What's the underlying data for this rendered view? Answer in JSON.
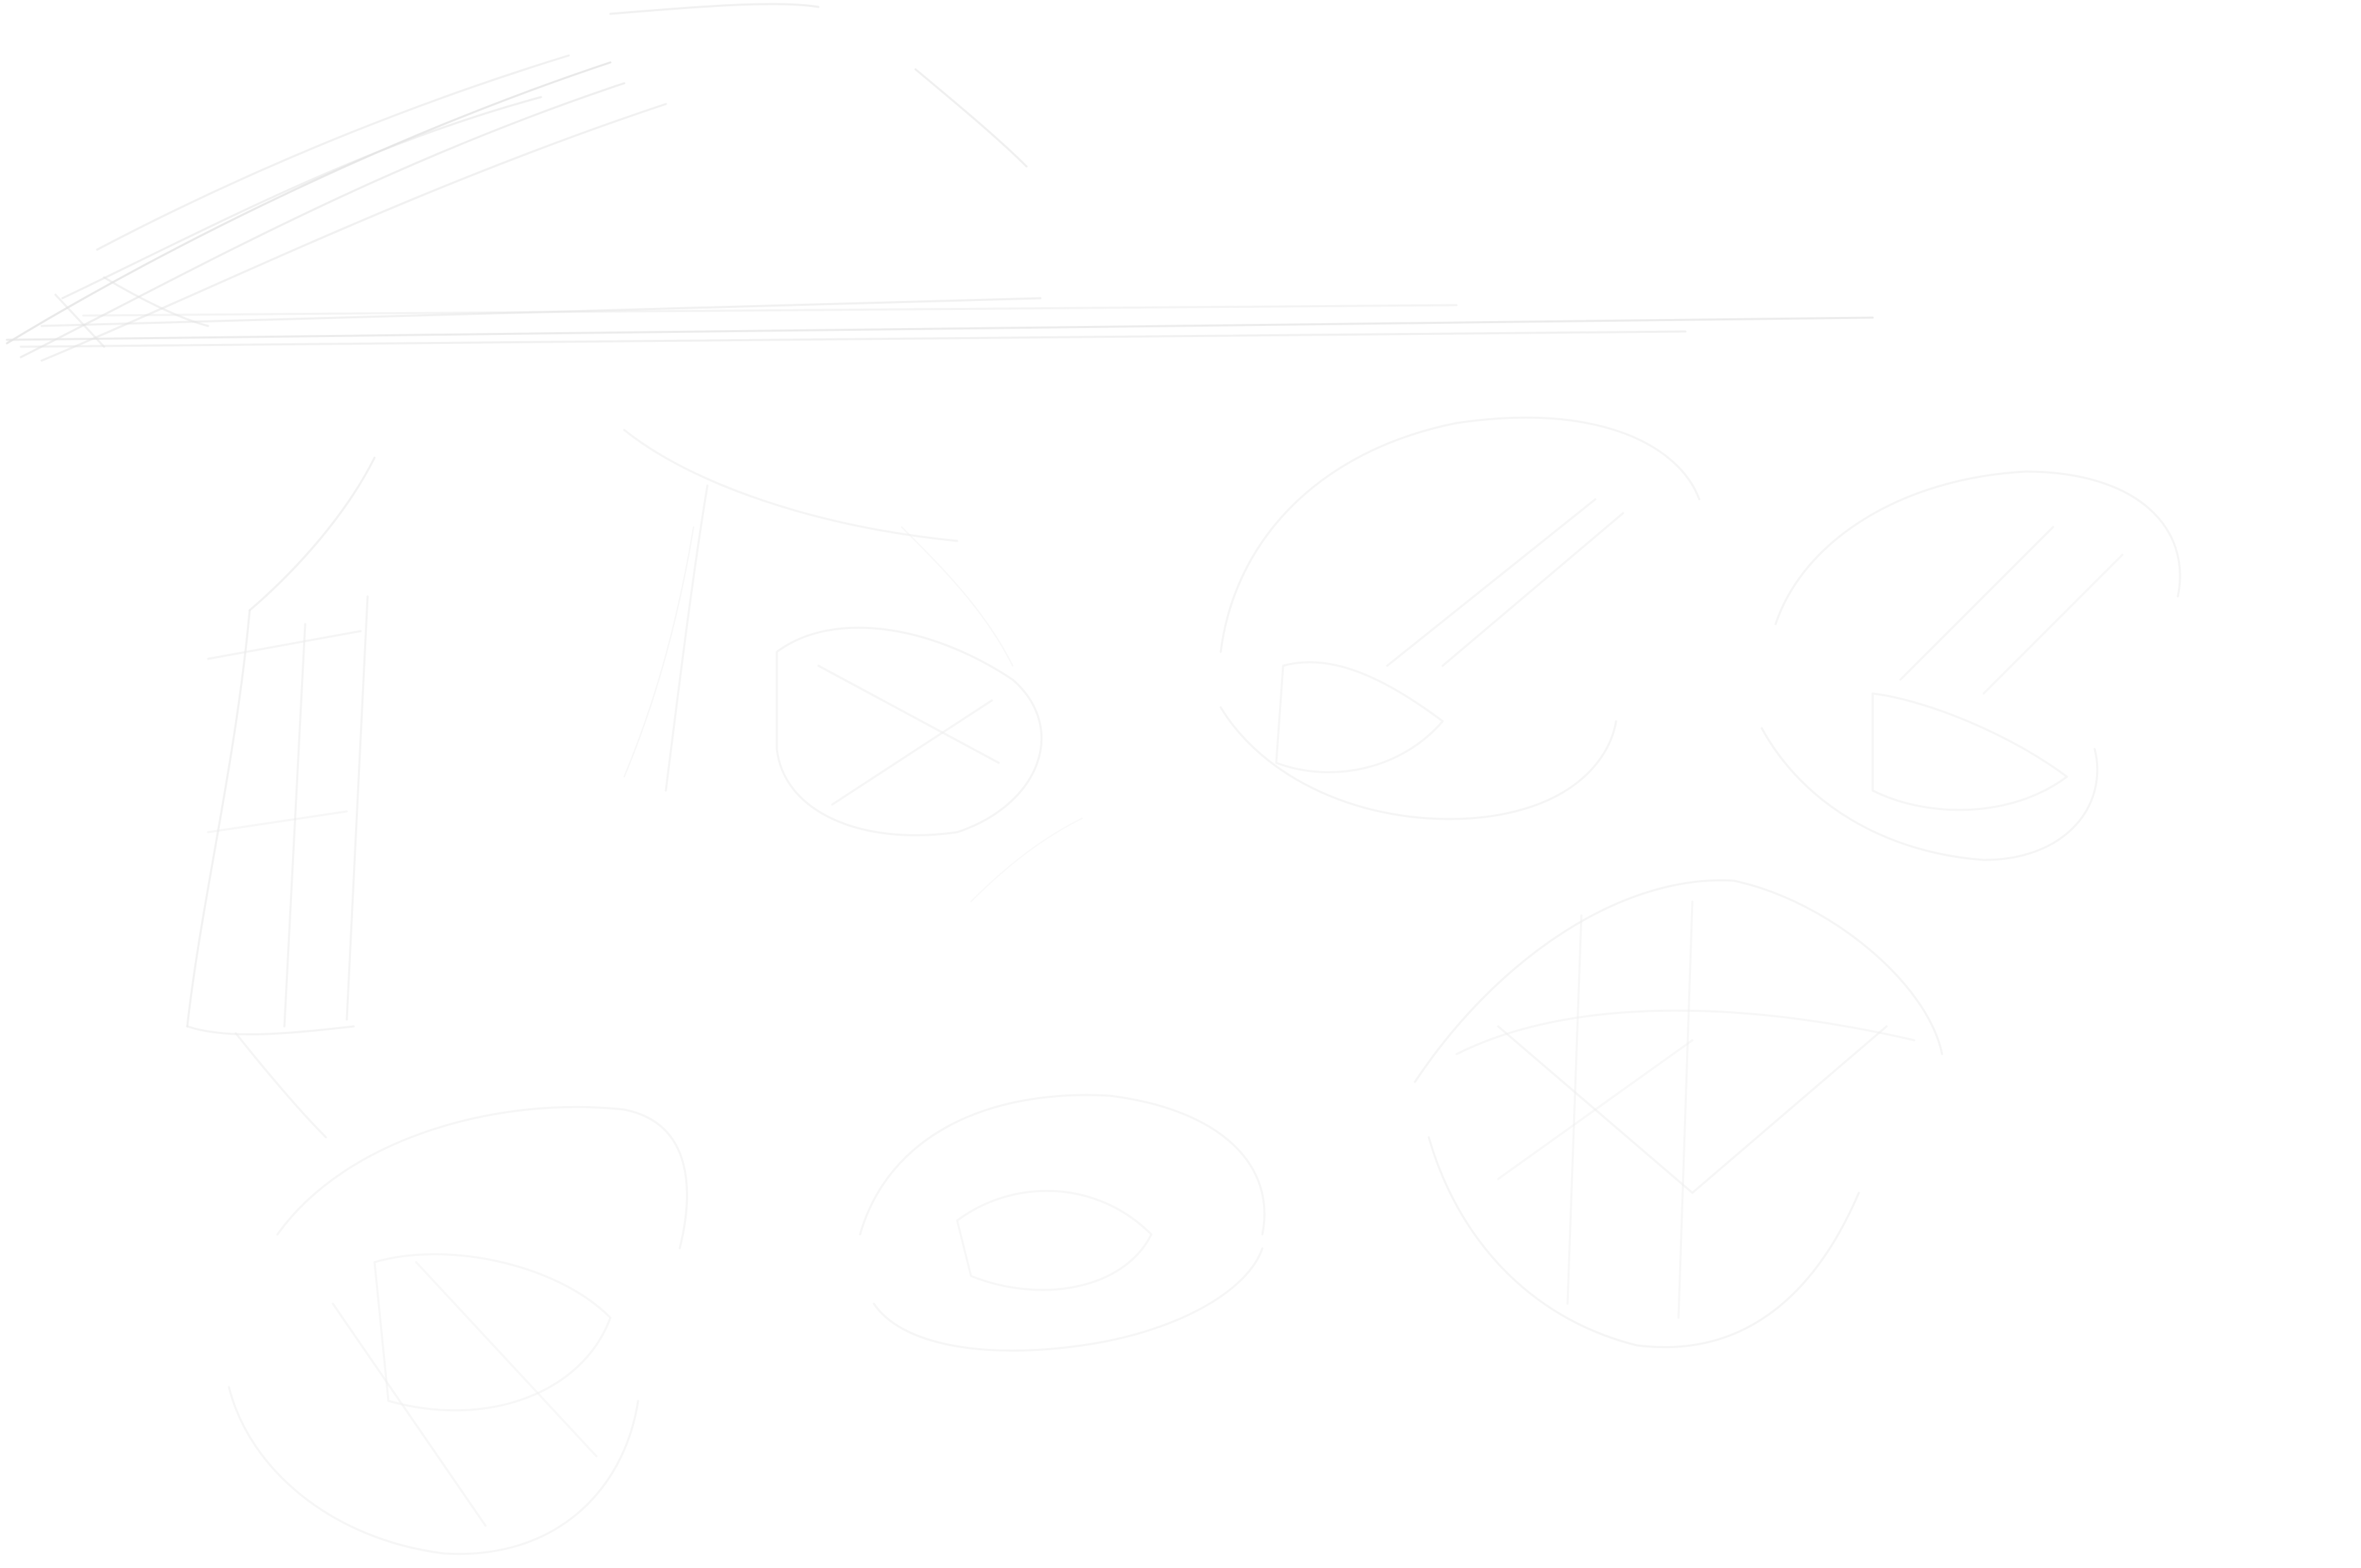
{
  "image": {
    "description_color": {
      "background": "#ffffff",
      "pencil": "#e6e6e6",
      "pencil_light": "#eeeeee"
    },
    "objects": [
      "pencil-sketch",
      "rectangular-box-sketch",
      "cube-sketch-1",
      "cube-sketch-2",
      "cube-sketch-3",
      "cube-sketch-4",
      "cube-sketch-5",
      "cube-sketch-6",
      "cube-sketch-7"
    ]
  }
}
